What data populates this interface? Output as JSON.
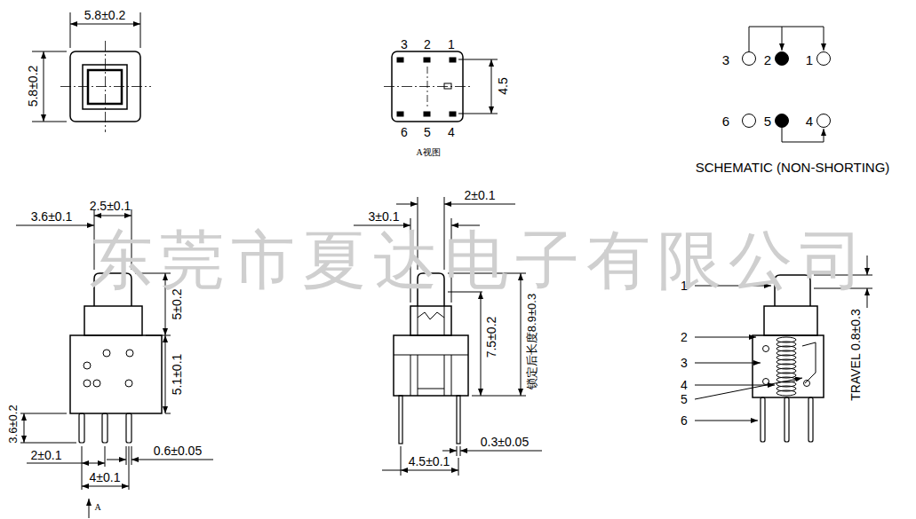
{
  "diagram": {
    "labels": [
      "5.8±0.2",
      "5.8±0.2",
      "3",
      "2",
      "1",
      "4.5",
      "6",
      "5",
      "4",
      "A视图",
      "3",
      "2",
      "1",
      "6",
      "5",
      "4",
      "SCHEMATIC (NON-SHORTING)",
      "东莞市夏达电子有限公司",
      "2.5±0.1",
      "3.6±0.1",
      "5±0.2",
      "5.1±0.1",
      "3.6±0.2",
      "2±0.1",
      "0.6±0.05",
      "4±0.1",
      "A",
      "2±0.1",
      "3±0.1",
      "7.5±0.2",
      "锁定后长度8.9±0.3",
      "0.3±0.05",
      "4.5±0.1",
      "1",
      "2",
      "3",
      "4",
      "5",
      "6",
      "TRAVEL 0.8±0.3"
    ]
  }
}
